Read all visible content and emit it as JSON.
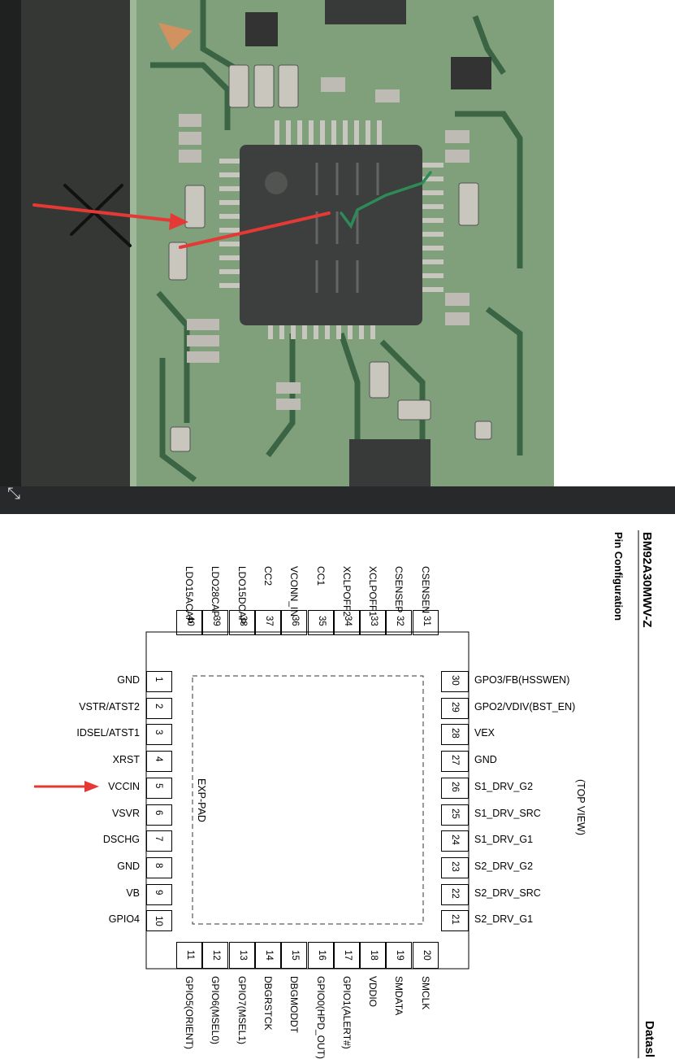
{
  "document": {
    "title": "BM92A30MWV-Z",
    "section": "Pin Configuration",
    "corner_text": "Datasl",
    "view_label": "(TOP VIEW)",
    "exp_pad": "EXP-PAD"
  },
  "pins": {
    "left": [
      {
        "num": "1",
        "name": "GND"
      },
      {
        "num": "2",
        "name": "VSTR/ATST2"
      },
      {
        "num": "3",
        "name": "IDSEL/ATST1"
      },
      {
        "num": "4",
        "name": "XRST"
      },
      {
        "num": "5",
        "name": "VCCIN"
      },
      {
        "num": "6",
        "name": "VSVR"
      },
      {
        "num": "7",
        "name": "DSCHG"
      },
      {
        "num": "8",
        "name": "GND"
      },
      {
        "num": "9",
        "name": "VB"
      },
      {
        "num": "10",
        "name": "GPIO4"
      }
    ],
    "right": [
      {
        "num": "30",
        "name": "GPO3/FB(HSSWEN)"
      },
      {
        "num": "29",
        "name": "GPO2/VDIV(BST_EN)"
      },
      {
        "num": "28",
        "name": "VEX"
      },
      {
        "num": "27",
        "name": "GND"
      },
      {
        "num": "26",
        "name": "S1_DRV_G2"
      },
      {
        "num": "25",
        "name": "S1_DRV_SRC"
      },
      {
        "num": "24",
        "name": "S1_DRV_G1"
      },
      {
        "num": "23",
        "name": "S2_DRV_G2"
      },
      {
        "num": "22",
        "name": "S2_DRV_SRC"
      },
      {
        "num": "21",
        "name": "S2_DRV_G1"
      }
    ],
    "top": [
      {
        "num": "40",
        "name": "LDO15ACAP"
      },
      {
        "num": "39",
        "name": "LDO28CAP"
      },
      {
        "num": "38",
        "name": "LDO15DCAP"
      },
      {
        "num": "37",
        "name": "CC2"
      },
      {
        "num": "36",
        "name": "VCONN_IN"
      },
      {
        "num": "35",
        "name": "CC1"
      },
      {
        "num": "34",
        "name": "XCLPOFF2"
      },
      {
        "num": "33",
        "name": "XCLPOFF1"
      },
      {
        "num": "32",
        "name": "CSENSEP"
      },
      {
        "num": "31",
        "name": "CSENSEN"
      }
    ],
    "bottom": [
      {
        "num": "11",
        "name": "GPIO5(ORIENT)"
      },
      {
        "num": "12",
        "name": "GPIO6(MSEL0)"
      },
      {
        "num": "13",
        "name": "GPIO7(MSEL1)"
      },
      {
        "num": "14",
        "name": "DBGRSTCK"
      },
      {
        "num": "15",
        "name": "DBGMODDT"
      },
      {
        "num": "16",
        "name": "GPIO0(HPD_OUT)"
      },
      {
        "num": "17",
        "name": "GPIO1(ALERT#)"
      },
      {
        "num": "18",
        "name": "VDDIO"
      },
      {
        "num": "19",
        "name": "SMDATA"
      },
      {
        "num": "20",
        "name": "SMCLK"
      }
    ]
  },
  "colors": {
    "pcb_green": "#7fa07a",
    "chip": "#3d3f3e",
    "annotation_red": "#e53935",
    "annotation_green": "#2e8b57"
  }
}
